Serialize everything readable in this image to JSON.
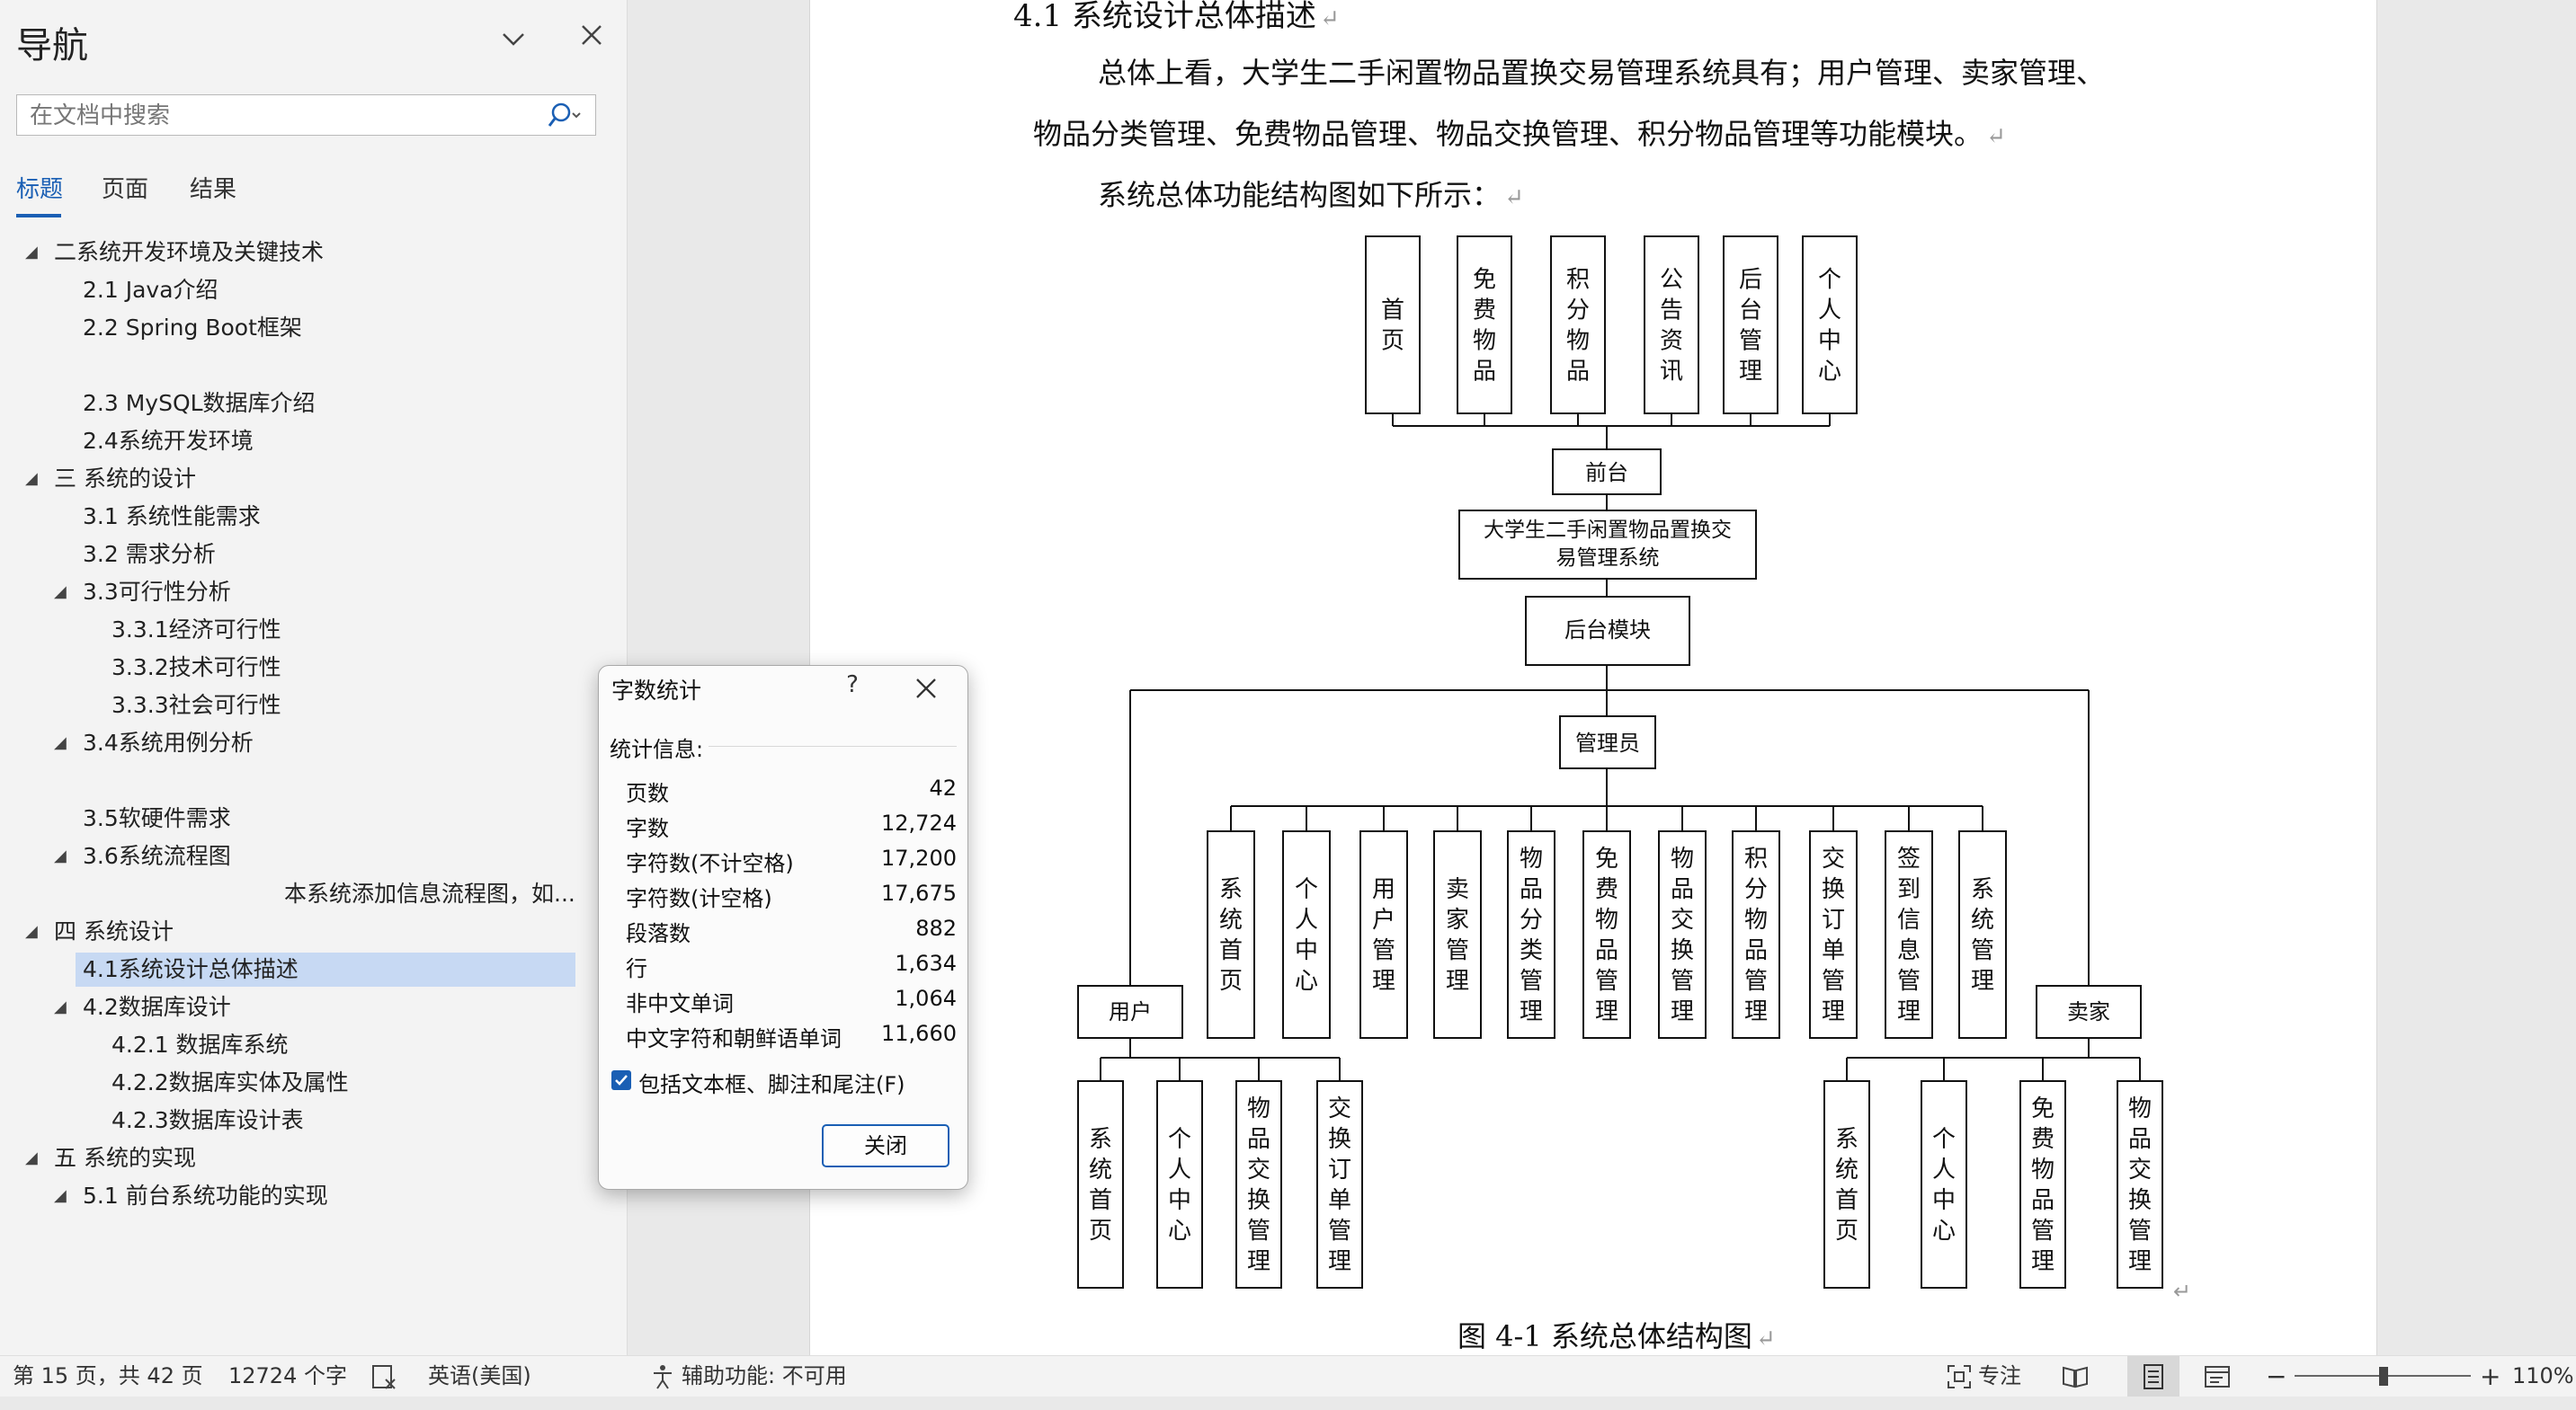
{
  "nav": {
    "title": "导航",
    "search_placeholder": "在文档中搜索",
    "tabs": [
      "标题",
      "页面",
      "结果"
    ],
    "outline": [
      {
        "text": "二系统开发环境及关键技术",
        "level": 1,
        "expanded": true
      },
      {
        "text": "2.1 Java介绍",
        "level": 2
      },
      {
        "text": "2.2 Spring Boot框架",
        "level": 2
      },
      {
        "text": "2.3 MySQL数据库介绍",
        "level": 2
      },
      {
        "text": "2.4系统开发环境",
        "level": 2
      },
      {
        "text": "三 系统的设计",
        "level": 1,
        "expanded": true
      },
      {
        "text": "3.1 系统性能需求",
        "level": 2
      },
      {
        "text": "3.2 需求分析",
        "level": 2
      },
      {
        "text": "3.3可行性分析",
        "level": 2,
        "expanded": true
      },
      {
        "text": "3.3.1经济可行性",
        "level": 3
      },
      {
        "text": "3.3.2技术可行性",
        "level": 3
      },
      {
        "text": "3.3.3社会可行性",
        "level": 3
      },
      {
        "text": "3.4系统用例分析",
        "level": 2,
        "expanded": true
      },
      {
        "text": "3.5软硬件需求",
        "level": 2
      },
      {
        "text": "3.6系统流程图",
        "level": 2,
        "expanded": true
      },
      {
        "text": "本系统添加信息流程图，如...",
        "level": 4
      },
      {
        "text": "四 系统设计",
        "level": 1,
        "expanded": true
      },
      {
        "text": "4.1系统设计总体描述",
        "level": 2,
        "selected": true
      },
      {
        "text": "4.2数据库设计",
        "level": 2,
        "expanded": true
      },
      {
        "text": "4.2.1 数据库系统",
        "level": 3
      },
      {
        "text": "4.2.2数据库实体及属性",
        "level": 3
      },
      {
        "text": "4.2.3数据库设计表",
        "level": 3
      },
      {
        "text": "五 系统的实现",
        "level": 1,
        "expanded": true
      },
      {
        "text": "5.1 前台系统功能的实现",
        "level": 2,
        "expanded": true
      }
    ]
  },
  "document": {
    "heading": "4.1 系统设计总体描述",
    "para1_line1": "总体上看，大学生二手闲置物品置换交易管理系统具有；用户管理、卖家管理、",
    "para1_line2": "物品分类管理、免费物品管理、物品交换管理、积分物品管理等功能模块。",
    "para2": "系统总体功能结构图如下所示：",
    "caption": "图 4-1 系统总体结构图",
    "para_mark": "↵"
  },
  "diagram": {
    "front_items": [
      "首页",
      "免费物品",
      "积分物品",
      "公告资讯",
      "后台管理",
      "个人中心"
    ],
    "front": "前台",
    "system": [
      "大学生二手闲置物品置换交",
      "易管理系统"
    ],
    "backend": "后台模块",
    "admin": "管理员",
    "admin_items": [
      "系统首页",
      "个人中心",
      "用户管理",
      "卖家管理",
      "物品分类管理",
      "免费物品管理",
      "物品交换管理",
      "积分物品管理",
      "交换订单管理",
      "签到信息管理",
      "系统管理"
    ],
    "user": "用户",
    "user_items": [
      "系统首页",
      "个人中心",
      "物品交换管理",
      "交换订单管理"
    ],
    "seller": "卖家",
    "seller_items": [
      "系统首页",
      "个人中心",
      "免费物品管理",
      "物品交换管理"
    ]
  },
  "dialog": {
    "title": "字数统计",
    "help": "?",
    "section": "统计信息:",
    "rows": [
      {
        "label": "页数",
        "value": "42"
      },
      {
        "label": "字数",
        "value": "12,724"
      },
      {
        "label": "字符数(不计空格)",
        "value": "17,200"
      },
      {
        "label": "字符数(计空格)",
        "value": "17,675"
      },
      {
        "label": "段落数",
        "value": "882"
      },
      {
        "label": "行",
        "value": "1,634"
      },
      {
        "label": "非中文单词",
        "value": "1,064"
      },
      {
        "label": "中文字符和朝鲜语单词",
        "value": "11,660"
      }
    ],
    "checkbox_label": "包括文本框、脚注和尾注(F)",
    "checkbox_checked": true,
    "close_button": "关闭"
  },
  "status": {
    "page": "第 15 页，共 42 页",
    "words": "12724 个字",
    "language": "英语(美国)",
    "accessibility": "辅助功能: 不可用",
    "focus": "专注",
    "zoom": "110%",
    "zoom_minus": "−",
    "zoom_plus": "+"
  },
  "colors": {
    "accent": "#1a5fb4",
    "selection": "#c7d9f3"
  }
}
